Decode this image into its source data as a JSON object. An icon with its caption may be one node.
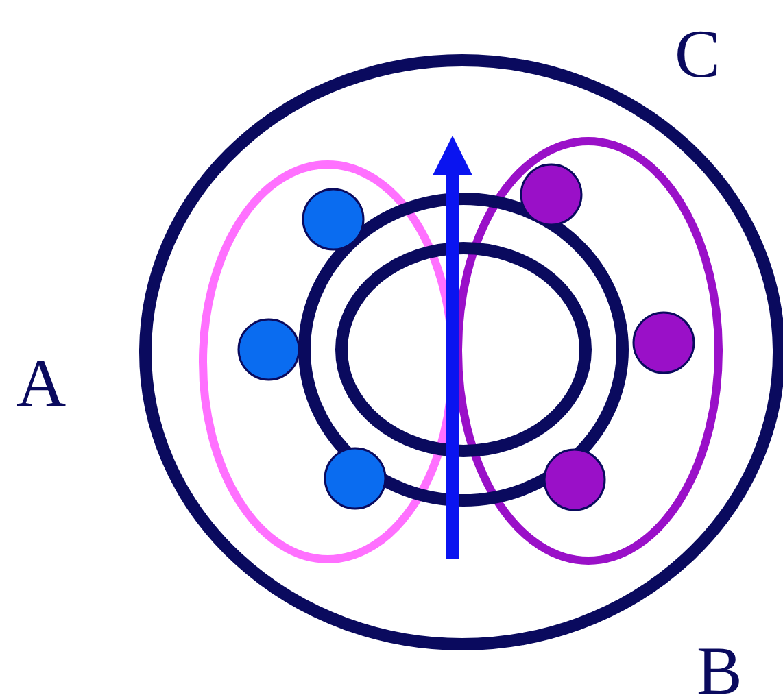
{
  "diagram": {
    "labels": [
      "C",
      "A",
      "B"
    ]
  }
}
